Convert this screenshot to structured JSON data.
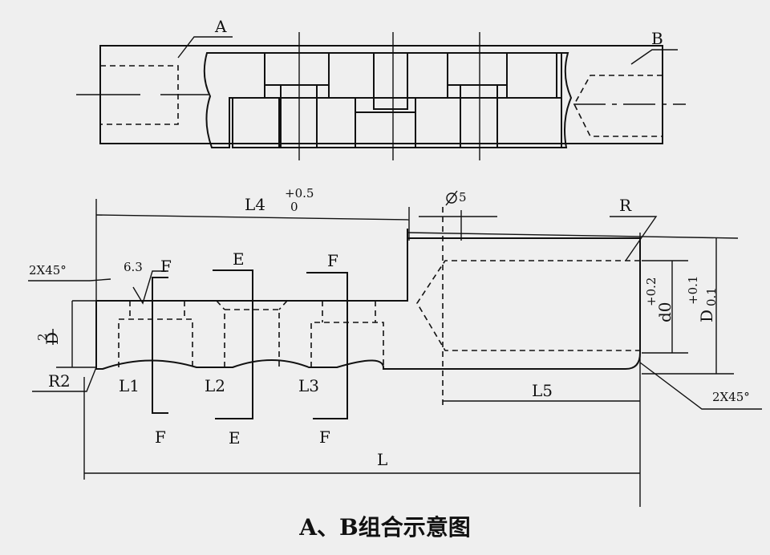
{
  "labels": {
    "A": "A",
    "B": "B",
    "L4": "L4",
    "L4_tol_upper": "+0.5",
    "L4_tol_lower": "0",
    "phi5": "5",
    "R": "R",
    "chamfer_left": "2X45°",
    "surface_finish": "6.3",
    "F": "F",
    "E": "E",
    "D_over_2_top": "D",
    "D_over_2_bottom": "2",
    "d0": "d0",
    "d0_tol": "+0.2",
    "D_vertical": "D",
    "D_tol_upper": "+0.1",
    "D_tol_lower": "0.1",
    "R2": "R2",
    "L1": "L1",
    "L2": "L2",
    "L3": "L3",
    "L5": "L5",
    "chamfer_right": "2X45°",
    "L": "L"
  },
  "caption": "A、B组合示意图"
}
